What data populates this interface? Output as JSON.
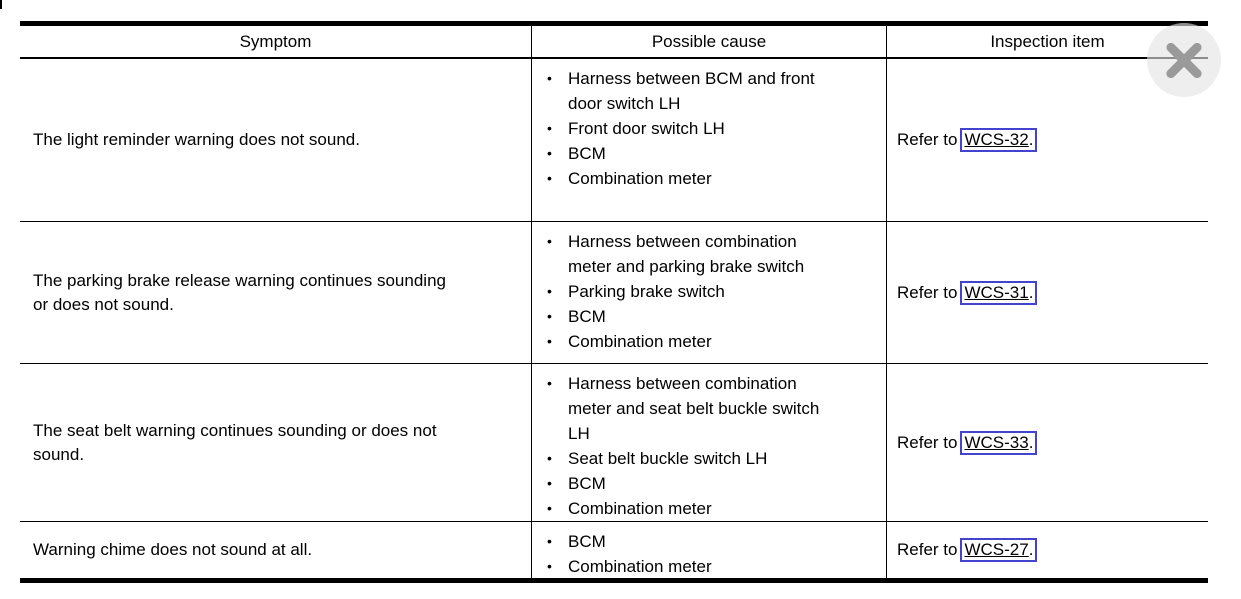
{
  "page": {
    "background": "#ffffff"
  },
  "close_button": {
    "icon": "close-x",
    "circle_color": "#e4e4e4",
    "x_color": "#9a9a9a"
  },
  "table": {
    "link_border_color": "#4343cf",
    "headers": {
      "symptom": "Symptom",
      "possible_cause": "Possible cause",
      "inspection_item": "Inspection item"
    },
    "rows": [
      {
        "symptom": "The light reminder warning does not sound.",
        "bullet": "•",
        "causes": [
          "Harness between BCM and front\ndoor switch LH",
          "Front door switch LH",
          "BCM",
          "Combination meter"
        ],
        "inspection": {
          "prefix": "Refer to",
          "link": "WCS-32",
          "suffix": "."
        }
      },
      {
        "symptom": "The parking brake release warning continues sounding\nor does not sound.",
        "bullet": "•",
        "causes": [
          "Harness between combination\nmeter and parking brake switch",
          "Parking brake switch",
          "BCM",
          "Combination meter"
        ],
        "inspection": {
          "prefix": "Refer to",
          "link": "WCS-31",
          "suffix": "."
        }
      },
      {
        "symptom": "The seat belt warning continues sounding or does not\nsound.",
        "bullet": "•",
        "causes": [
          "Harness between combination\nmeter and seat belt buckle switch\nLH",
          "Seat belt buckle switch LH",
          "BCM",
          "Combination meter"
        ],
        "inspection": {
          "prefix": "Refer to",
          "link": "WCS-33",
          "suffix": "."
        }
      },
      {
        "symptom": "Warning chime does not sound at all.",
        "bullet": "•",
        "causes": [
          "BCM",
          "Combination meter"
        ],
        "inspection": {
          "prefix": "Refer to",
          "link": "WCS-27",
          "suffix": "."
        }
      }
    ]
  }
}
